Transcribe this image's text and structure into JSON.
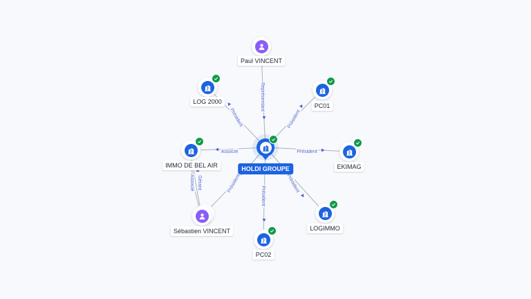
{
  "center": {
    "name": "HOLDI GROUPE",
    "icon": "building-icon",
    "verified": true
  },
  "nodes": [
    {
      "id": "paul",
      "name": "Paul VINCENT",
      "type": "person",
      "icon": "person-icon",
      "verified": false
    },
    {
      "id": "log2000",
      "name": "LOG 2000",
      "type": "company",
      "icon": "building-icon",
      "verified": true
    },
    {
      "id": "pc01",
      "name": "PC01",
      "type": "company",
      "icon": "building-icon",
      "verified": true
    },
    {
      "id": "immo",
      "name": "IMMO DE BEL AIR",
      "type": "company",
      "icon": "building-icon",
      "verified": true
    },
    {
      "id": "ekimag",
      "name": "EKIMAG",
      "type": "company",
      "icon": "building-icon",
      "verified": true
    },
    {
      "id": "sebastien",
      "name": "Sébastien VINCENT",
      "type": "person",
      "icon": "person-icon",
      "verified": false,
      "stacked": true
    },
    {
      "id": "logimmo",
      "name": "LOGIMMO",
      "type": "company",
      "icon": "building-icon",
      "verified": true
    },
    {
      "id": "pc02",
      "name": "PC02",
      "type": "company",
      "icon": "building-icon",
      "verified": true
    }
  ],
  "edges": [
    {
      "from": "paul",
      "to": "center",
      "label": "Représentant"
    },
    {
      "from": "center",
      "to": "log2000",
      "label": "Président"
    },
    {
      "from": "center",
      "to": "pc01",
      "label": "Président"
    },
    {
      "from": "center",
      "to": "immo",
      "label": "Associé"
    },
    {
      "from": "center",
      "to": "ekimag",
      "label": "Président"
    },
    {
      "from": "sebastien",
      "to": "center",
      "label": "Président"
    },
    {
      "from": "sebastien",
      "to": "immo",
      "label": "Gérant"
    },
    {
      "from": "sebastien",
      "to": "immo",
      "label": "Associé"
    },
    {
      "from": "center",
      "to": "logimmo",
      "label": "Président"
    },
    {
      "from": "center",
      "to": "pc02",
      "label": "Président"
    }
  ],
  "colors": {
    "company": "#1c63e0",
    "person": "#8b5cf6",
    "verified": "#119a49",
    "edge_label": "#5a6acf"
  }
}
